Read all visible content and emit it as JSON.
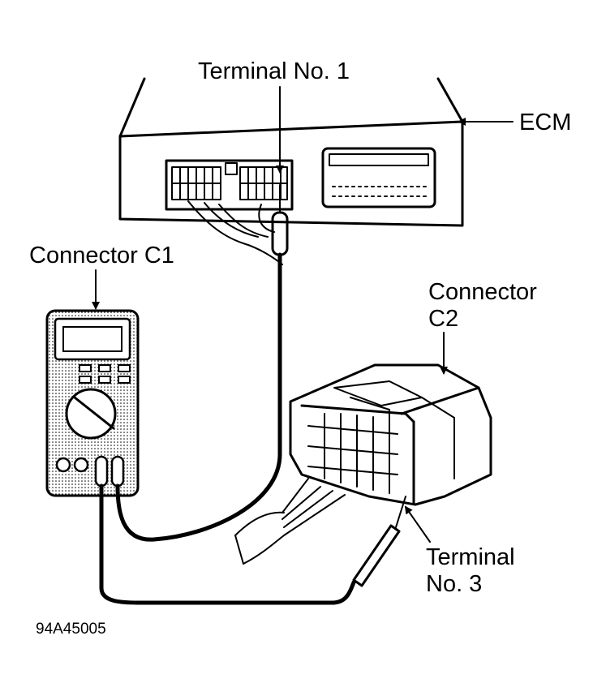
{
  "labels": {
    "terminal_1": "Terminal No. 1",
    "ecm": "ECM",
    "connector_c1": "Connector C1",
    "connector_c2_line1": "Connector",
    "connector_c2_line2": "C2",
    "terminal_3_line1": "Terminal",
    "terminal_3_line2": "No. 3",
    "figure_code": "94A45005"
  }
}
